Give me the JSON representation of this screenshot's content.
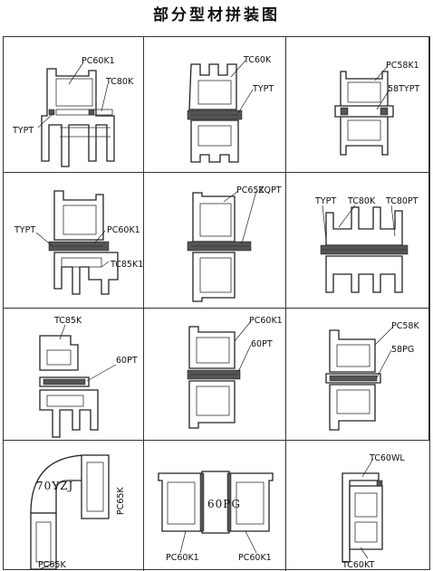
{
  "title": "部分型材拼装图",
  "cells": [
    {
      "labels": [
        "PC60K1",
        "TC80K",
        "TYPT"
      ]
    },
    {
      "labels": [
        "TC60K",
        "TYPT"
      ]
    },
    {
      "labels": [
        "PC58K1",
        "58TYPT"
      ]
    },
    {
      "labels": [
        "TYPT",
        "PC60K1",
        "TC85K1"
      ]
    },
    {
      "labels": [
        "PC65K",
        "ZQPT"
      ]
    },
    {
      "labels": [
        "TYPT",
        "TC80K",
        "TC80PT"
      ]
    },
    {
      "labels": [
        "TC85K",
        "60PT"
      ]
    },
    {
      "labels": [
        "PC60K1",
        "60PT"
      ]
    },
    {
      "labels": [
        "PC58K",
        "58PG"
      ]
    },
    {
      "labels": [
        "70YZJ",
        "PC65K",
        "PC65K"
      ]
    },
    {
      "labels": [
        "60PG",
        "PC60K1",
        "PC60K1"
      ]
    },
    {
      "labels": [
        "TC60WL",
        "TC60KT"
      ]
    }
  ]
}
